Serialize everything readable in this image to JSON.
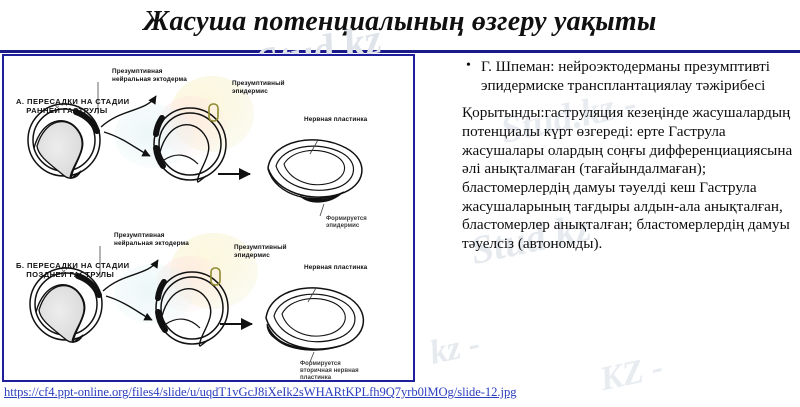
{
  "slide": {
    "title": "Жасуша потенциалының өзгеру уақыты",
    "accent_color": "#1a1a8c",
    "frame_color": "#1f1f9e",
    "link_color": "#2b3fbf",
    "watermark_color": "#dfe3ea"
  },
  "watermarks": {
    "w1": "Stud.kz",
    "w2": "Stud.kz",
    "w3": "Stud.kz",
    "w4": "Stud.kz",
    "w5": "Stud.kz",
    "w6": "kz -",
    "w7": "Stud.kz -",
    "w8": "KZ -"
  },
  "figure": {
    "section_a": "А. ПЕРЕСАДКИ НА СТАДИИ\n    РАННЕЙ ГАСТРУЛЫ",
    "section_b": "Б. ПЕРЕСАДКИ НА СТАДИИ\n    ПОЗДНЕЙ ГАСТРУЛЫ",
    "presumptive_neural_ectoderm_a": "Презумптивная\nнейральная эктодерма",
    "presumptive_epidermis_a": "Презумптивный\nэпидермис",
    "neural_plate_a": "Нервная пластинка",
    "forms_epidermis": "Формируется\nэпидермис",
    "presumptive_neural_ectoderm_b": "Презумптивная\nнейральная эктодерма",
    "presumptive_epidermis_b": "Презумптивный\nэпидермис",
    "neural_plate_b": "Нервная пластинка",
    "forms_secondary_neural_plate": "Формируется\nвторичная нервная\nпластинка"
  },
  "content": {
    "bullets": [
      "Г. Шпеман: нейроэктодерманы презумптивті эпидермиске трансплантациялау тәжірибесі"
    ],
    "paragraph": "Қорытынды:гаструляция кезеңінде жасушалардың потенциалы күрт өзгереді:  ерте Гаструла жасушалары олардың соңғы дифференциациясына әлі анықталмаған (тағайындалмаған); бластомерлердің дамуы тәуелді кеш Гаструла жасушаларының тағдыры алдын-ала анықталған, бластомерлер анықталған; бластомерлердің дамуы тәуелсіз (автономды)."
  },
  "source": {
    "url": "https://cf4.ppt-online.org/files4/slide/u/uqdT1vGcJ8iXeIk2sWHARtKPLfh9Q7yrb0lMOg/slide-12.jpg"
  }
}
